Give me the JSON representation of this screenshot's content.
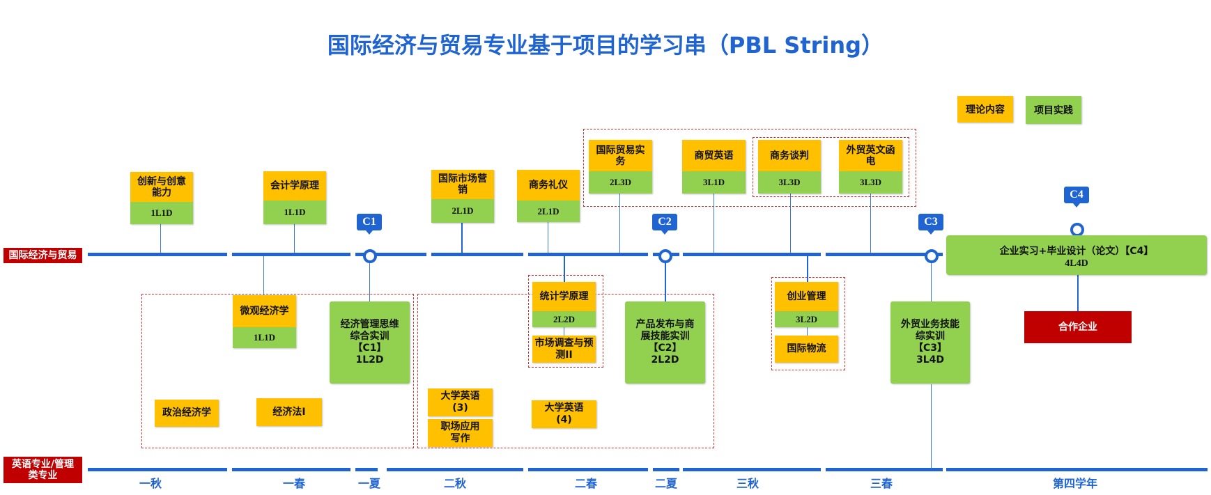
{
  "title": "国际经济与贸易专业基于项目的学习串（PBL String）",
  "legend": {
    "theory": "理论内容",
    "practice": "项目实践"
  },
  "track_labels": {
    "top": "国际经济与贸易",
    "bottom": "英语专业/管理类专业"
  },
  "terms": [
    "一秋",
    "一春",
    "一夏",
    "二秋",
    "二春",
    "二夏",
    "三秋",
    "三春",
    "第四学年"
  ],
  "milestones": [
    "C1",
    "C2",
    "C3",
    "C4"
  ],
  "courses": {
    "innovation": {
      "name": "创新与创意能力",
      "code": "1L1D"
    },
    "accounting": {
      "name": "会计学原理",
      "code": "1L1D"
    },
    "marketing": {
      "name": "国际市场营销",
      "code": "2L1D"
    },
    "etiquette": {
      "name": "商务礼仪",
      "code": "2L1D"
    },
    "trade_practice": {
      "name": "国际贸易实务",
      "code": "2L3D"
    },
    "business_english": {
      "name": "商贸英语",
      "code": "3L1D"
    },
    "negotiation": {
      "name": "商务谈判",
      "code": "3L3D"
    },
    "correspondence": {
      "name": "外贸英文函电",
      "code": "3L3D"
    },
    "microeconomics": {
      "name": "微观经济学",
      "code": "1L1D"
    },
    "statistics": {
      "name": "统计学原理",
      "code": "2L2D"
    },
    "startup": {
      "name": "创业管理",
      "code": "3L2D"
    }
  },
  "boxes": {
    "market_survey": "市场调查与预测II",
    "logistics": "国际物流",
    "political_economy": "政治经济学",
    "economic_law": "经济法I",
    "english3": "大学英语(3)",
    "workplace_writing": "职场应用写作",
    "english4": "大学英语(4)",
    "partner": "合作企业"
  },
  "projects": {
    "p1": "经济管理思维\n综合实训\n【C1】\n1L2D",
    "p2": "产品发布与商\n展技能实训\n【C2】\n2L2D",
    "p3": "外贸业务技能\n综实训\n【C3】\n3L4D",
    "p4_title": "企业实习+毕业设计（论文）【C4】",
    "p4_code": "4L4D"
  }
}
